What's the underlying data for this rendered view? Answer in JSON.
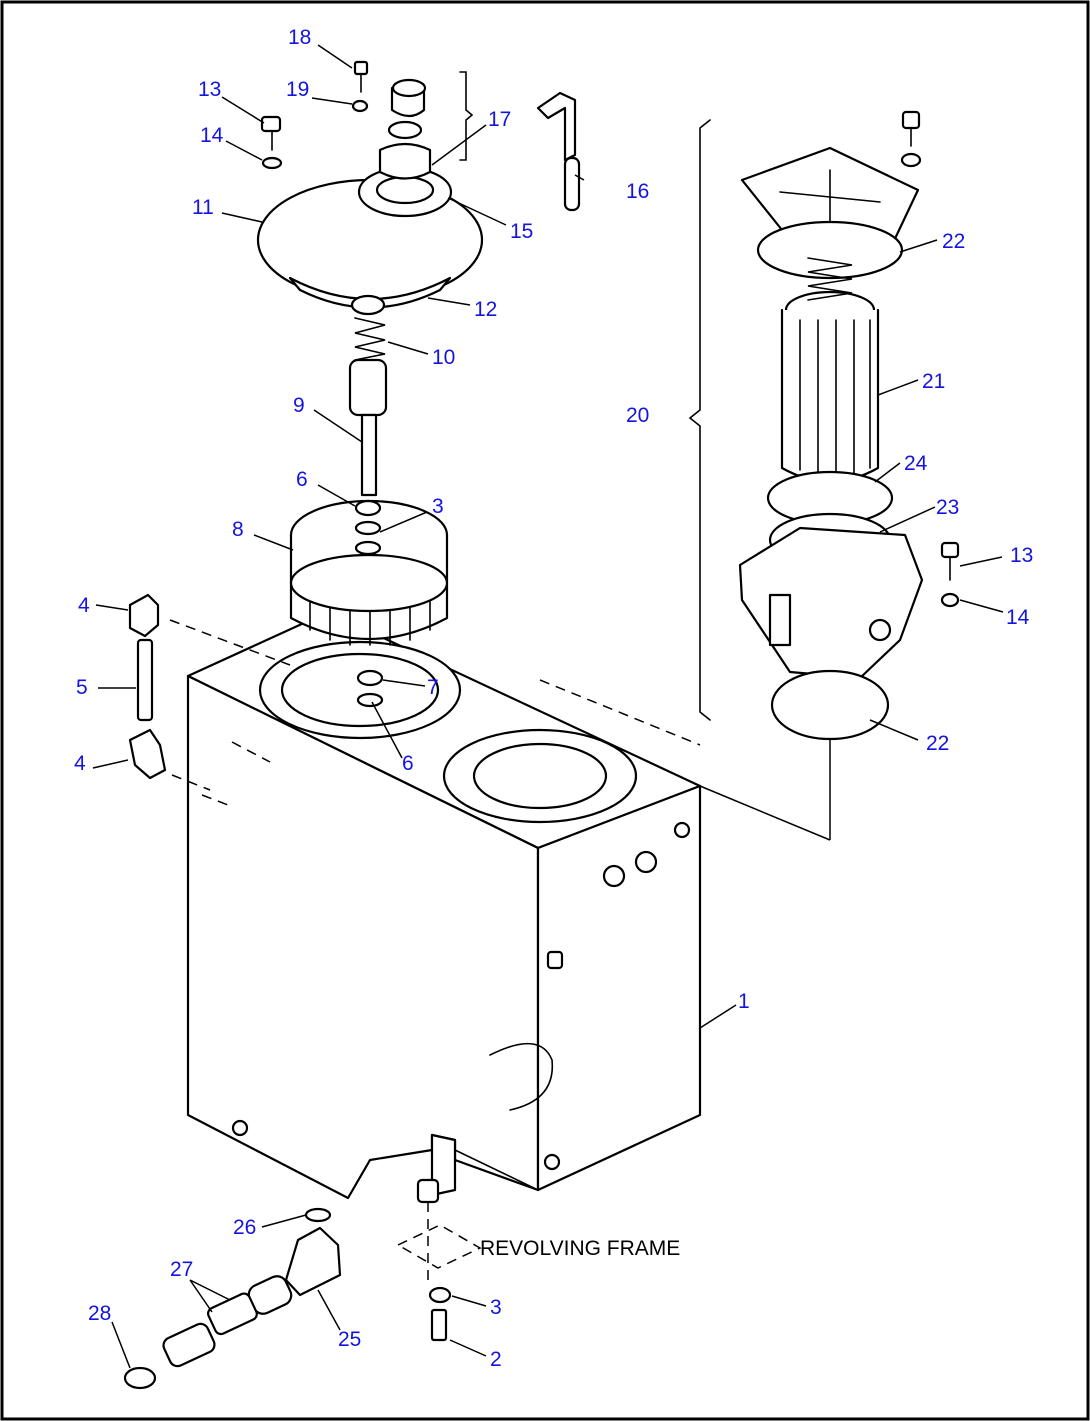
{
  "diagram": {
    "note": "REVOLVING FRAME",
    "callouts": [
      "18",
      "19",
      "13",
      "14",
      "17",
      "16",
      "11",
      "15",
      "12",
      "10",
      "9",
      "6",
      "3",
      "8",
      "4",
      "5",
      "7",
      "6",
      "4",
      "1",
      "26",
      "27",
      "28",
      "25",
      "3",
      "2",
      "22",
      "21",
      "20",
      "24",
      "23",
      "13",
      "14",
      "22"
    ]
  }
}
